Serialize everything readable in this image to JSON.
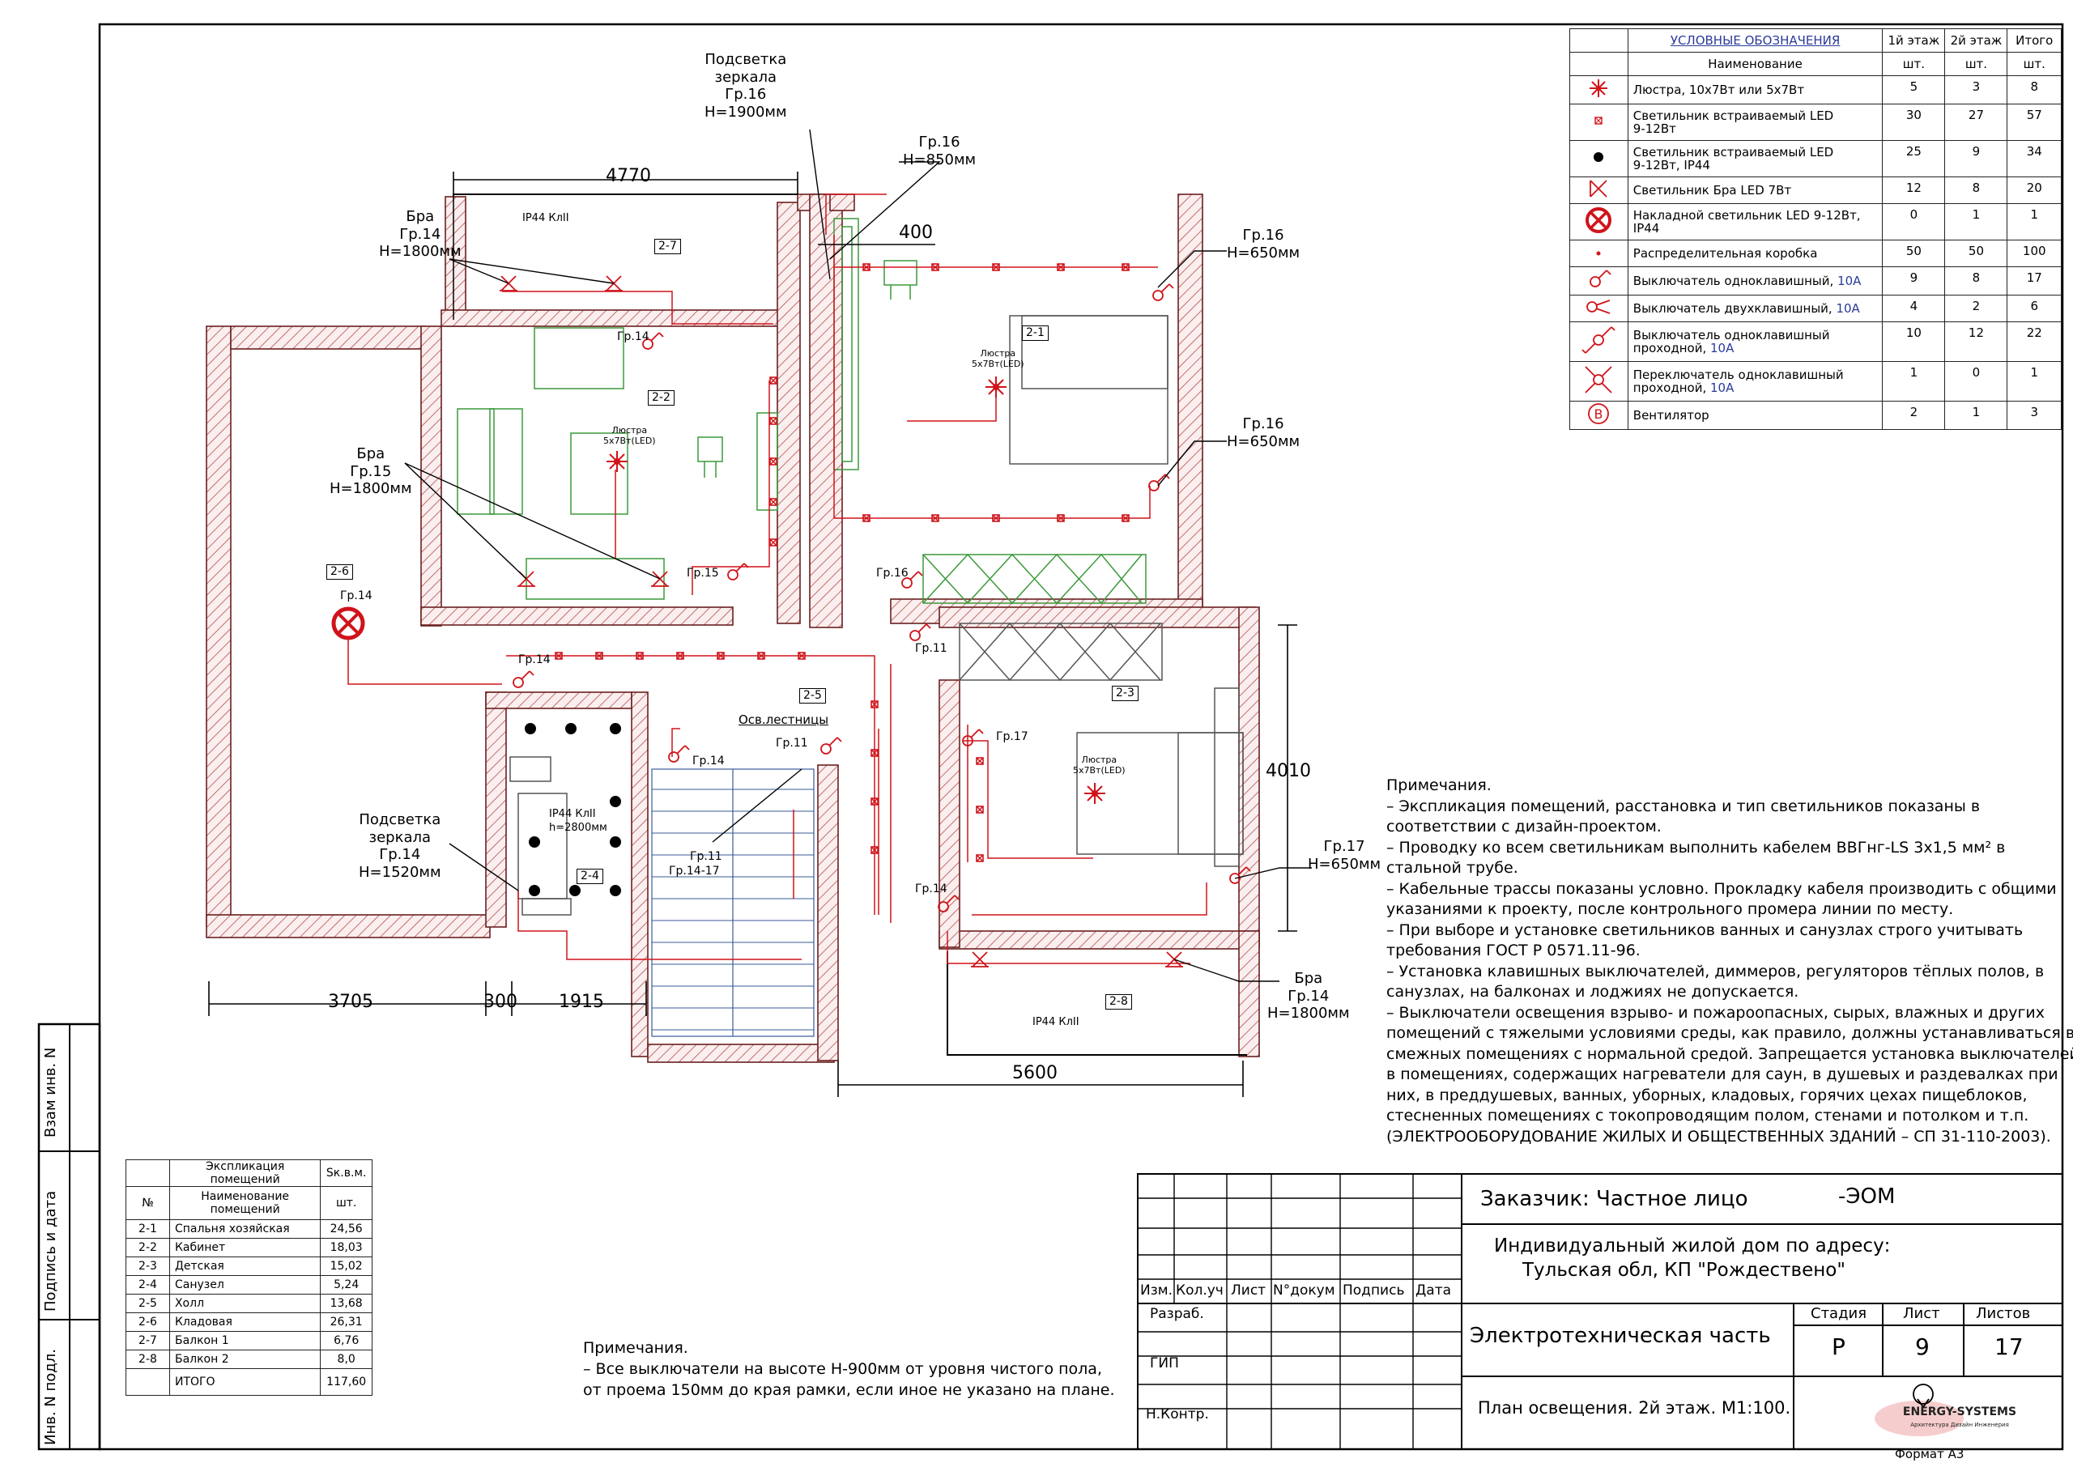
{
  "legend": {
    "header": {
      "title": "УСЛОВНЫЕ ОБОЗНАЧЕНИЯ",
      "floor1": "1й этаж",
      "floor2": "2й этаж",
      "total": "Итого"
    },
    "subheader": {
      "name": "Наименование",
      "u1": "шт.",
      "u2": "шт.",
      "u3": "шт."
    },
    "rows": [
      {
        "icon": "chandelier-icon",
        "name1": "Люстра, 10х7Вт или 5х7Вт",
        "name2": "",
        "a": "5",
        "b": "3",
        "c": "8"
      },
      {
        "icon": "recessed-led-icon",
        "name1": "Светильник встраиваемый LED",
        "name2": "9-12Вт",
        "a": "30",
        "b": "27",
        "c": "57"
      },
      {
        "icon": "recessed-ip44-icon",
        "name1": "Светильник встраиваемый LED",
        "name2": "9-12Вт, IP44",
        "a": "25",
        "b": "9",
        "c": "34"
      },
      {
        "icon": "sconce-icon",
        "name1": "Светильник Бра LED 7Вт",
        "name2": "",
        "a": "12",
        "b": "8",
        "c": "20"
      },
      {
        "icon": "surface-light-icon",
        "name1": "Накладной светильник LED 9-12Вт,",
        "name2": "IP44",
        "a": "0",
        "b": "1",
        "c": "1"
      },
      {
        "icon": "junction-box-icon",
        "name1": "Распределительная коробка",
        "name2": "",
        "a": "50",
        "b": "50",
        "c": "100"
      },
      {
        "icon": "single-switch-icon",
        "name1": "Выключатель одноклавишный, ",
        "accent": "10А",
        "name2": "",
        "a": "9",
        "b": "8",
        "c": "17"
      },
      {
        "icon": "double-switch-icon",
        "name1": "Выключатель двухклавишный, ",
        "accent": "10А",
        "name2": "",
        "a": "4",
        "b": "2",
        "c": "6"
      },
      {
        "icon": "pass-switch-icon",
        "name1": "Выключатель одноклавишный",
        "name2": "проходной, ",
        "accent2": "10А",
        "a": "10",
        "b": "12",
        "c": "22"
      },
      {
        "icon": "cross-switch-icon",
        "name1": "Переключатель одноклавишный",
        "name2": "проходной, ",
        "accent2": "10А",
        "a": "1",
        "b": "0",
        "c": "1"
      },
      {
        "icon": "fan-icon",
        "name1": "Вентилятор",
        "name2": "",
        "a": "2",
        "b": "1",
        "c": "3"
      }
    ]
  },
  "dims": {
    "d4770": "4770",
    "d400": "400",
    "d4010": "4010",
    "d3705": "3705",
    "d300": "300",
    "d1915": "1915",
    "d5600": "5600"
  },
  "callouts": {
    "mirror16": {
      "l1": "Подсветка",
      "l2": "зеркала",
      "l3": "Гр.16",
      "l4": "Н=1900мм"
    },
    "gr16_850": {
      "l1": "Гр.16",
      "l2": "Н=850мм"
    },
    "bra14_top": {
      "l1": "Бра",
      "l2": "Гр.14",
      "l3": "Н=1800мм"
    },
    "gr16_650a": {
      "l1": "Гр.16",
      "l2": "Н=650мм"
    },
    "gr16_650b": {
      "l1": "Гр.16",
      "l2": "Н=650мм"
    },
    "bra15": {
      "l1": "Бра",
      "l2": "Гр.15",
      "l3": "Н=1800мм"
    },
    "mirror14": {
      "l1": "Подсветка",
      "l2": "зеркала",
      "l3": "Гр.14",
      "l4": "Н=1520мм"
    },
    "gr17_650": {
      "l1": "Гр.17",
      "l2": "Н=650мм"
    },
    "bra14_bot": {
      "l1": "Бра",
      "l2": "Гр.14",
      "l3": "Н=1800мм"
    }
  },
  "plan": {
    "ip44_top": "IP44 КлII",
    "ip44_bot": "IP44 КлII",
    "ip44_bath": "IP44 КлII",
    "h2800": "h=2800мм",
    "r27": "2-7",
    "r21": "2-1",
    "r22": "2-2",
    "r23": "2-3",
    "r24": "2-4",
    "r25": "2-5",
    "r26": "2-6",
    "r28": "2-8",
    "lustra": "Люстра",
    "lustra_spec": "5х7Вт(LED)",
    "stairs": "Осв.лестницы",
    "g14": "Гр.14",
    "g15": "Гр.15",
    "g16": "Гр.16",
    "g11": "Гр.11",
    "g17": "Гр.17",
    "g1417": "Гр.14-17"
  },
  "notes_main": {
    "title": "Примечания.",
    "lines": [
      "– Экспликация помещений, расстановка и тип светильников показаны в",
      "соответствии с дизайн-проектом.",
      "– Проводку ко всем светильникам выполнить кабелем ВВГнг-LS 3х1,5 мм² в",
      "стальной трубе.",
      "– Кабельные трассы показаны условно. Прокладку кабеля производить с общими",
      "указаниями к проекту, после контрольного промера линии по месту.",
      "– При выборе и установке светильников ванных и санузлах строго учитывать",
      "требования ГОСТ Р 0571.11-96.",
      "– Установка клавишных выключателей, диммеров, регуляторов тёплых полов, в",
      "санузлах, на балконах и лоджиях не допускается.",
      "– Выключатели освещения взрыво- и пожароопасных, сырых, влажных и других",
      "помещений с тяжелыми условиями среды, как правило, должны устанавливаться в",
      "смежных помещениях с нормальной средой. Запрещается установка выключателей",
      "в помещениях, содержащих нагреватели для саун, в душевых и раздевалках при",
      "них, в преддушевых, ванных, уборных, кладовых, горячих цехах пищеблоков,",
      "стесненных помещениях с токопроводящим полом, стенами и потолком и т.п.",
      "(ЭЛЕКТРООБОРУДОВАНИЕ ЖИЛЫХ И ОБЩЕСТВЕННЫХ ЗДАНИЙ – СП 31-110-2003)."
    ]
  },
  "notes_bottom": {
    "title": "Примечания.",
    "lines": [
      "– Все выключатели на высоте Н-900мм от уровня чистого пола,",
      "от проема 150мм до края рамки, если иное не указано на плане."
    ]
  },
  "explication": {
    "title": "Экспликация помещений",
    "area": "Sк.в.м.",
    "no": "№",
    "name": "Наименование",
    "name2": "помещений",
    "unit": "шт.",
    "rows": [
      {
        "n": "2-1",
        "name": "Спальня хозяйская",
        "v": "24,56"
      },
      {
        "n": "2-2",
        "name": "Кабинет",
        "v": "18,03"
      },
      {
        "n": "2-3",
        "name": "Детская",
        "v": "15,02"
      },
      {
        "n": "2-4",
        "name": "Санузел",
        "v": "5,24"
      },
      {
        "n": "2-5",
        "name": "Холл",
        "v": "13,68"
      },
      {
        "n": "2-6",
        "name": "Кладовая",
        "v": "26,31"
      },
      {
        "n": "2-7",
        "name": "Балкон 1",
        "v": "6,76"
      },
      {
        "n": "2-8",
        "name": "Балкон 2",
        "v": "8,0"
      }
    ],
    "total_label": "ИТОГО",
    "total": "117,60"
  },
  "side": {
    "s1": "Взам инв. N",
    "s2": "Подпись и дата",
    "s3": "Инв. N подл."
  },
  "stamp": {
    "customer": "Заказчик: Частное лицо",
    "code": "-ЭОМ",
    "obj1": "Индивидуальный жилой дом по адресу:",
    "obj2": "Тульская обл, КП \"Рождествено\"",
    "cols": [
      "Изм.",
      "Кол.уч",
      "Лист",
      "N°докум",
      "Подпись",
      "Дата"
    ],
    "razrab": "Разраб.",
    "gip": "ГИП",
    "nkontr": "Н.Контр.",
    "part": "Электротехническая часть",
    "plan": "План освещения. 2й этаж. М1:100.",
    "stage_h": "Стадия",
    "sheet_h": "Лист",
    "sheets_h": "Листов",
    "stage": "Р",
    "sheet": "9",
    "sheets": "17",
    "logo": "ENERGY-SYSTEMS",
    "logo_sub": "Архитектура Дизайн Инженерия"
  },
  "format": "Формат А3",
  "colors": {
    "wire": "#d0131a",
    "hatch": "#b05050",
    "furniture": "#3a9a3a",
    "dim": "#000000",
    "link": "#2a3a9a"
  }
}
